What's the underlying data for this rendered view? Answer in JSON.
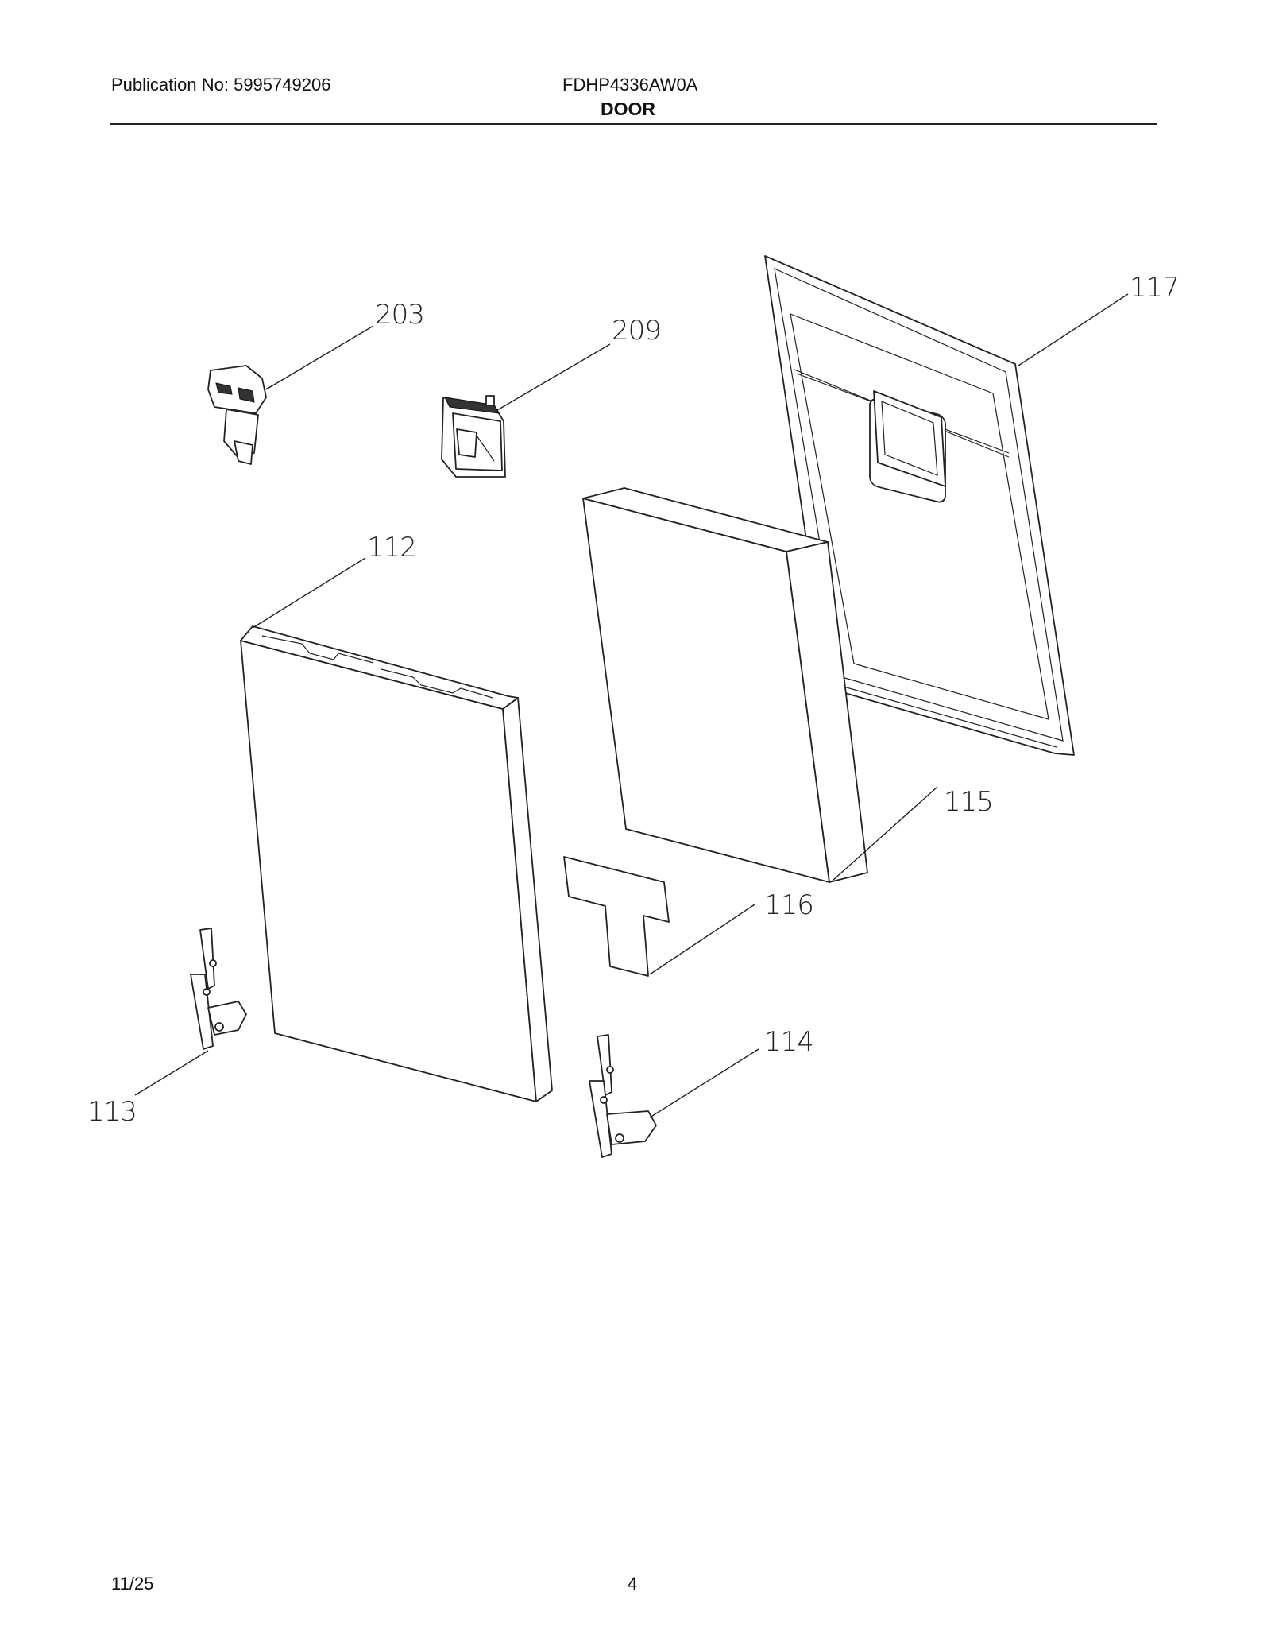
{
  "header": {
    "publication": "Publication No: 5995749206",
    "model": "FDHP4336AW0A",
    "section": "DOOR"
  },
  "callouts": {
    "c203": "203",
    "c209": "209",
    "c117": "117",
    "c112": "112",
    "c115": "115",
    "c116": "116",
    "c113": "113",
    "c114": "114"
  },
  "footer": {
    "date": "11/25",
    "page": "4"
  }
}
